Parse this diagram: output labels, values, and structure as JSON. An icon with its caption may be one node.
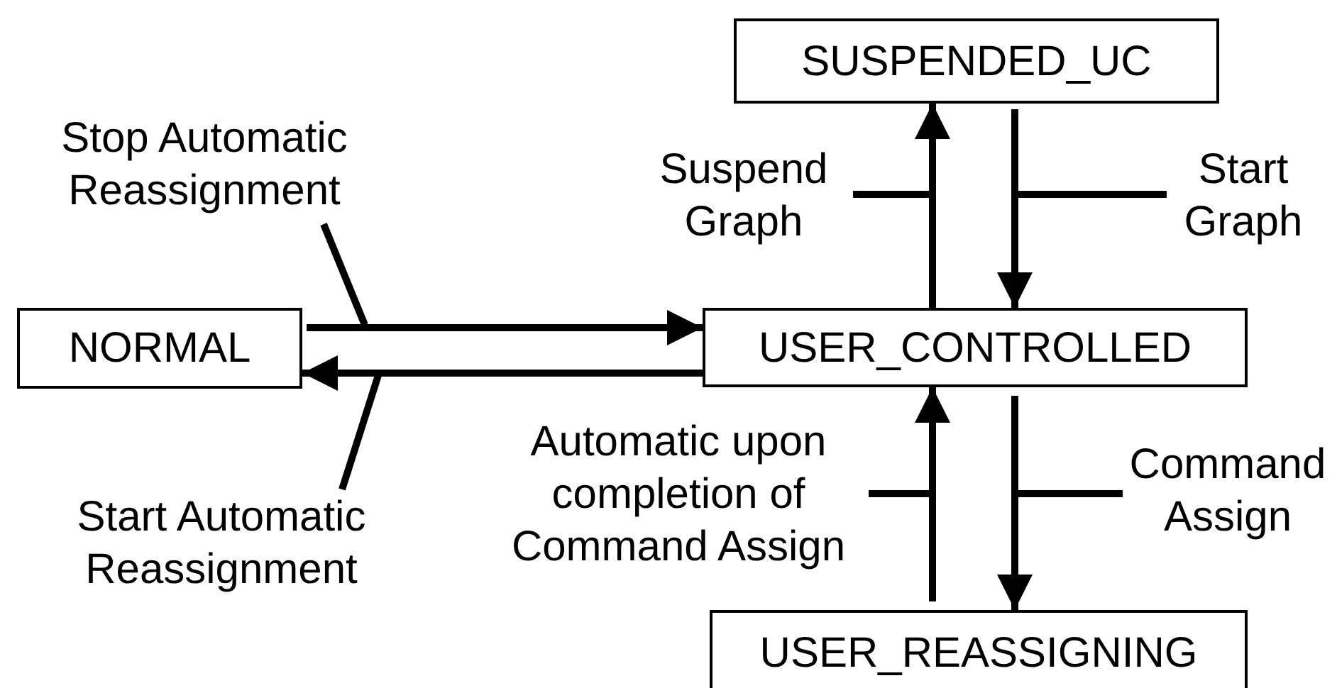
{
  "diagram": {
    "nodes": [
      {
        "text": [
          "SUSPENDED_UC"
        ]
      },
      {
        "text": [
          "Stop Automatic Reassignment"
        ]
      },
      {
        "text": [
          "Suspend Graph"
        ]
      },
      {
        "text": [
          "Start Graph"
        ]
      },
      {
        "text": [
          "NORMAL"
        ]
      },
      {
        "text": [
          "USER_CONTROLLED"
        ]
      },
      {
        "text": [
          "Automatic upon completion of Command Assign"
        ]
      },
      {
        "text": [
          "Command Assign"
        ]
      },
      {
        "text": [
          "Start Automatic Reassignment"
        ]
      },
      {
        "text": [
          "USER_REASSIGNING"
        ]
      }
    ],
    "edges": [
      {
        "from": 4,
        "to": 5,
        "arrow": "to"
      },
      {
        "from": 5,
        "to": 4,
        "arrow": "to"
      },
      {
        "from": 5,
        "to": 0,
        "arrow": "to"
      },
      {
        "from": 0,
        "to": 5,
        "arrow": "to"
      },
      {
        "from": 5,
        "to": 9,
        "arrow": "to"
      },
      {
        "from": 9,
        "to": 5,
        "arrow": "to"
      },
      {
        "from": 1,
        "to": null,
        "arrow": "none"
      },
      {
        "from": 8,
        "to": null,
        "arrow": "none"
      },
      {
        "from": 2,
        "to": null,
        "arrow": "none"
      },
      {
        "from": 3,
        "to": null,
        "arrow": "none"
      },
      {
        "from": 7,
        "to": null,
        "arrow": "none"
      },
      {
        "from": 6,
        "to": null,
        "arrow": "none"
      }
    ]
  }
}
